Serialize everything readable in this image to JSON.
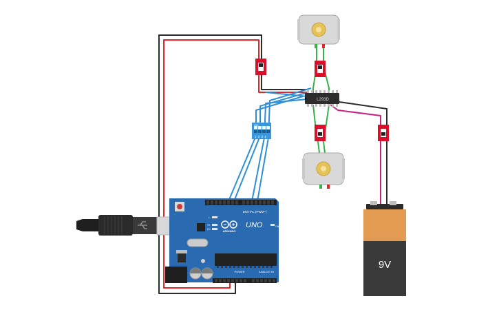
{
  "labels": {
    "driver_ic": "L293D",
    "battery": "9V",
    "arduino_logo": "ARDUINO",
    "arduino_model": "UNO",
    "arduino_on": "ON",
    "digital_header": "DIGITAL (PWM~)",
    "power_header": "POWER",
    "analog_header": "ANALOG IN",
    "dip_on": "ON",
    "dip_numbers": "1 2 3 4",
    "led_tx": "TX",
    "led_rx": "RX",
    "led_l": "L"
  },
  "colors": {
    "wire_red": "#e0262b",
    "wire_black": "#2b2b2b",
    "wire_green": "#35b24a",
    "wire_blue": "#2c8fd6",
    "wire_magenta": "#c7217f",
    "switch_red": "#d8102a",
    "arduino_blue": "#2a6ab0",
    "battery_orange": "#e39a52",
    "battery_body": "#3a3a3a",
    "dip_blue": "#3b97dc"
  }
}
